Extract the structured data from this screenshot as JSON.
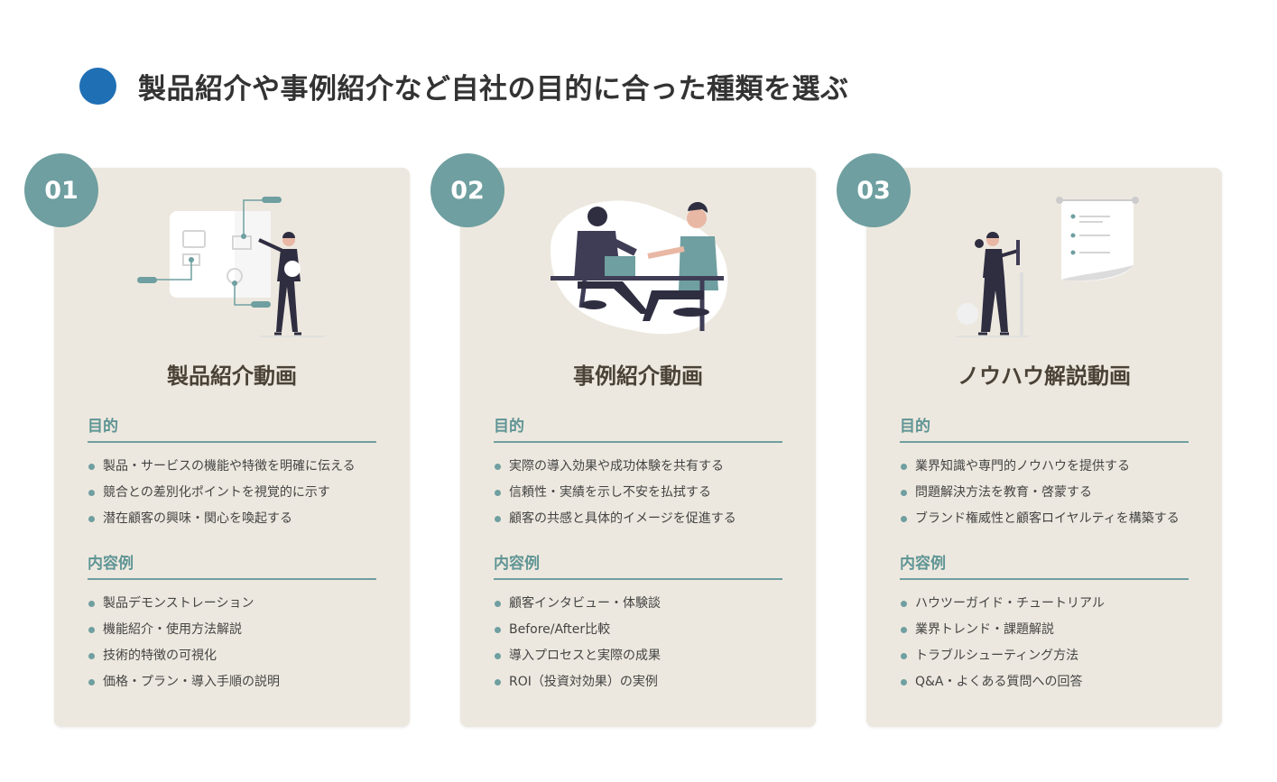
{
  "heading": "製品紹介や事例紹介など自社の目的に合った種類を選ぶ",
  "colors": {
    "accent_blue": "#1f6fb5",
    "teal": "#6f9fa0",
    "card_bg": "#ede8df"
  },
  "cards": [
    {
      "number": "01",
      "title": "製品紹介動画",
      "illustration": "presenter-with-board-illustration",
      "purpose_label": "目的",
      "purpose": [
        "製品・サービスの機能や特徴を明確に伝える",
        "競合との差別化ポイントを視覚的に示す",
        "潜在顧客の興味・関心を喚起する"
      ],
      "examples_label": "内容例",
      "examples": [
        "製品デモンストレーション",
        "機能紹介・使用方法解説",
        "技術的特徴の可視化",
        "価格・プラン・導入手順の説明"
      ]
    },
    {
      "number": "02",
      "title": "事例紹介動画",
      "illustration": "handshake-meeting-illustration",
      "purpose_label": "目的",
      "purpose": [
        "実際の導入効果や成功体験を共有する",
        "信頼性・実績を示し不安を払拭する",
        "顧客の共感と具体的イメージを促進する"
      ],
      "examples_label": "内容例",
      "examples": [
        "顧客インタビュー・体験談",
        "Before/After比較",
        "導入プロセスと実際の成果",
        "ROI（投資対効果）の実例"
      ]
    },
    {
      "number": "03",
      "title": "ノウハウ解説動画",
      "illustration": "person-with-document-illustration",
      "purpose_label": "目的",
      "purpose": [
        "業界知識や専門的ノウハウを提供する",
        "問題解決方法を教育・啓蒙する",
        "ブランド権威性と顧客ロイヤルティを構築する"
      ],
      "examples_label": "内容例",
      "examples": [
        "ハウツーガイド・チュートリアル",
        "業界トレンド・課題解説",
        "トラブルシューティング方法",
        "Q&A・よくある質問への回答"
      ]
    }
  ]
}
